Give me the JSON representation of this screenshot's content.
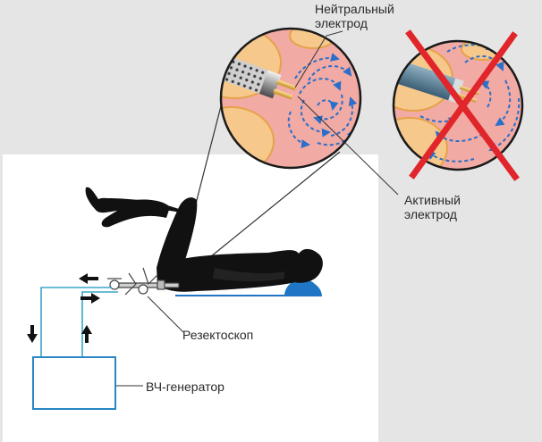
{
  "labels": {
    "neutral_line1": "Нейтральный",
    "neutral_line2": "электрод",
    "active_line1": "Активный",
    "active_line2": "электрод",
    "resectoscope": "Резектоскоп",
    "generator": "ВЧ-генератор"
  },
  "colors": {
    "background": "#e5e5e5",
    "panel": "#ffffff",
    "circuit_line": "#3aa6c8",
    "generator_box": "#2a87c4",
    "patient": "#111111",
    "tissue_pink": "#f2aaa4",
    "tissue_beige": "#f6c88c",
    "current_arrows": "#2a6fc9",
    "cross": "#e0252b",
    "table_pad": "#1f76c4"
  }
}
